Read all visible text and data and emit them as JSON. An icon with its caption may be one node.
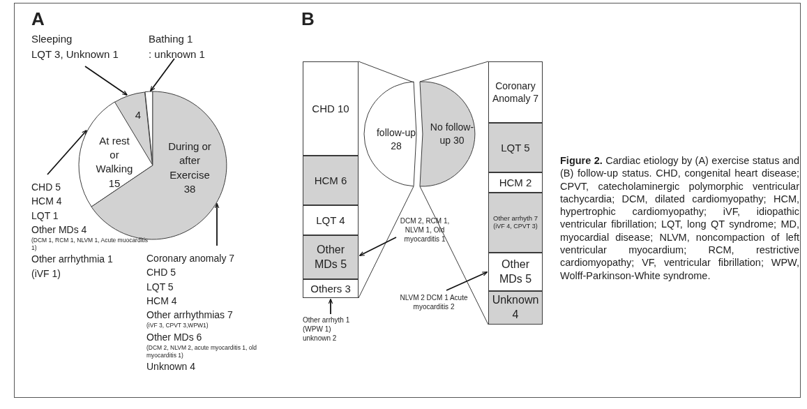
{
  "diagram": {
    "caption": "**Figure 2.** Cardiac etiology by (A) exercise status and (B) follow-up status. CHD, congenital heart disease; CPVT, catecholaminergic polymorphic ventricular tachycardia; DCM, dilated cardiomyopathy; HCM, hypertrophic cardiomyopathy; iVF, idiopathic ventricular fibrillation; LQT, long QT syndrome; MD, myocardial disease; NLVM, noncompaction of left ventricular myocardium; RCM, restrictive cardiomyopathy; VF, ventricular fibrillation; WPW, Wolff-Parkinson-White syndrome.",
    "nodes": [
      {
        "text": [
          "Sleeping",
          "LQT 3, Unknown 1"
        ]
      },
      {
        "text": [
          "Bathing 1",
          ": unknown 1"
        ]
      },
      {
        "text": [
          "4"
        ]
      },
      {
        "text": [],
        "shape": "wedge"
      },
      {
        "text": [
          "At rest or Walking 15"
        ]
      },
      {
        "text": [
          "During or after Exercise 38"
        ]
      },
      {
        "text": [
          "CHD 5",
          "HCM 4",
          "LQT 1",
          "Other MDs 4",
          "(DCM 1, RCM 1, NLVM 1, Acute muocarditis 1)",
          "Other arrhythmia 1",
          "(iVF 1)"
        ]
      },
      {
        "text": [
          "Coronary anomaly 7",
          "CHD 5",
          "LQT 5",
          "HCM 4",
          "Other arrhythmias 7",
          "(iVF 3, CPVT 3,WPW1)",
          "Other MDs 6",
          "(DCM 2, NLVM 2, acute myocarditis 1, old myocarditis 1)",
          "Unknown 4"
        ]
      },
      {
        "text": [
          "CHD 10"
        ]
      },
      {
        "text": [
          "HCM 6"
        ]
      },
      {
        "text": [
          "LQT 4"
        ]
      },
      {
        "text": [
          "Other MDs 5"
        ]
      },
      {
        "text": [
          "Others 3"
        ]
      },
      {
        "text": [
          "follow-up 28"
        ]
      },
      {
        "text": [
          "No follow-up 30"
        ]
      },
      {
        "text": [
          "Coronary Anomaly 7"
        ]
      },
      {
        "text": [
          "LQT 5"
        ]
      },
      {
        "text": [
          "HCM 2"
        ]
      },
      {
        "text": [
          "Other arrhyth 7",
          "(iVF 4, CPVT 3)"
        ]
      },
      {
        "text": [
          "Other MDs 5"
        ]
      },
      {
        "text": [
          "Unknown 4"
        ]
      },
      {
        "text": [
          "DCM 2, RCM 1, NLVM 1, Old myocarditis 1"
        ]
      },
      {
        "text": [
          "Other arrhyth 1 (WPW 1) unknown 2"
        ]
      },
      {
        "text": [
          "NLVM 2 DCM 1 Acute myocarditis 2"
        ]
      }
    ],
    "edges": [
      {
        "from": 0,
        "to": 2,
        "arrow": "to"
      },
      {
        "from": 1,
        "to": 3,
        "arrow": "to"
      },
      {
        "from": 6,
        "to": 4,
        "arrow": "to"
      },
      {
        "from": 7,
        "to": 5,
        "arrow": "to"
      },
      {
        "from": 13,
        "to": 8,
        "arrow": "none"
      },
      {
        "from": 13,
        "to": 12,
        "arrow": "none"
      },
      {
        "from": 14,
        "to": 15,
        "arrow": "none"
      },
      {
        "from": 14,
        "to": 20,
        "arrow": "none"
      },
      {
        "from": 21,
        "to": 11,
        "arrow": "to"
      },
      {
        "from": 22,
        "to": 12,
        "arrow": "to"
      },
      {
        "from": 23,
        "to": 19,
        "arrow": "to"
      }
    ],
    "labels": [
      "A",
      "B"
    ]
  }
}
